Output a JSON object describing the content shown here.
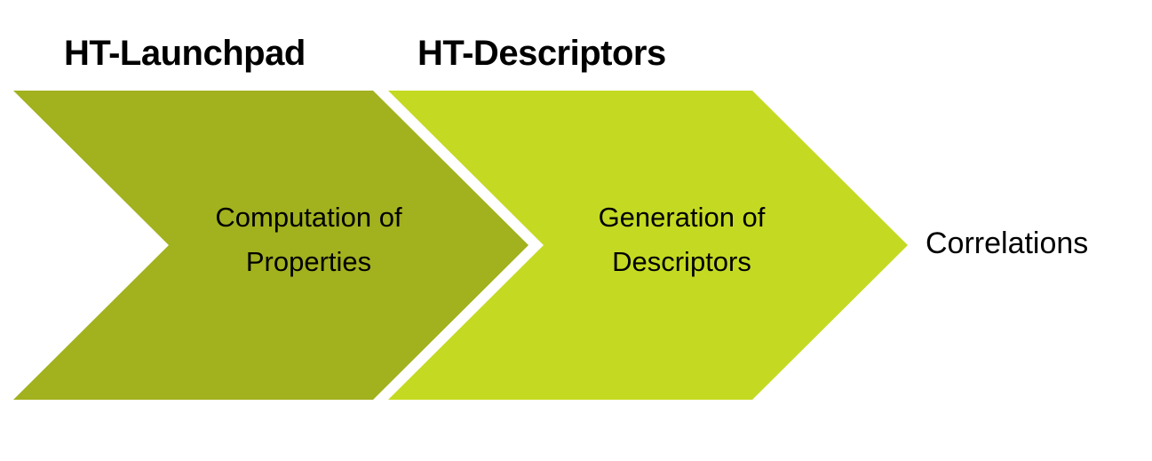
{
  "headers": [
    {
      "label": "HT-Launchpad"
    },
    {
      "label": "HT-Descriptors"
    }
  ],
  "steps": [
    {
      "line1": "Computation of",
      "line2": "Properties",
      "color": "#a2b11e"
    },
    {
      "line1": "Generation of",
      "line2": "Descriptors",
      "color": "#c4da22"
    }
  ],
  "outcome": {
    "label": "Correlations"
  }
}
